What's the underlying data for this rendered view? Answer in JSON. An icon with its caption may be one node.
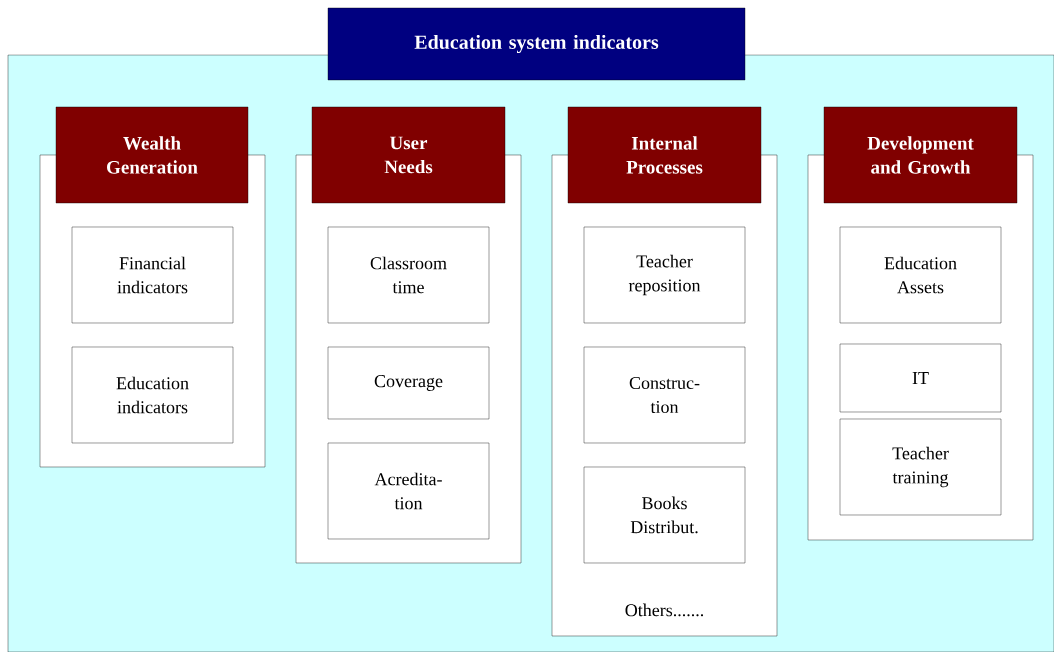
{
  "diagram": {
    "nodes": [
      {
        "text": [
          "Education system indicators"
        ]
      },
      {
        "text": [
          "Wealth Generation"
        ],
        "in": 0
      },
      {
        "text": [
          "Financial indicators"
        ],
        "in": 1
      },
      {
        "text": [
          "Education indicators"
        ],
        "in": 1
      },
      {
        "text": [
          "User Needs"
        ],
        "in": 0
      },
      {
        "text": [
          "Classroom time"
        ],
        "in": 4
      },
      {
        "text": [
          "Coverage"
        ],
        "in": 4
      },
      {
        "text": [
          "Acredita- tion"
        ],
        "in": 4
      },
      {
        "text": [
          "Internal Processes",
          "Others......."
        ],
        "in": 0
      },
      {
        "text": [
          "Teacher reposition"
        ],
        "in": 8
      },
      {
        "text": [
          "Construc- tion"
        ],
        "in": 8
      },
      {
        "text": [
          "Books Distribut."
        ],
        "in": 8
      },
      {
        "text": [
          "Development and Growth"
        ],
        "in": 0
      },
      {
        "text": [
          "Education Assets"
        ],
        "in": 12
      },
      {
        "text": [
          "IT"
        ],
        "in": 12
      },
      {
        "text": [
          "Teacher training"
        ],
        "in": 12
      }
    ]
  }
}
